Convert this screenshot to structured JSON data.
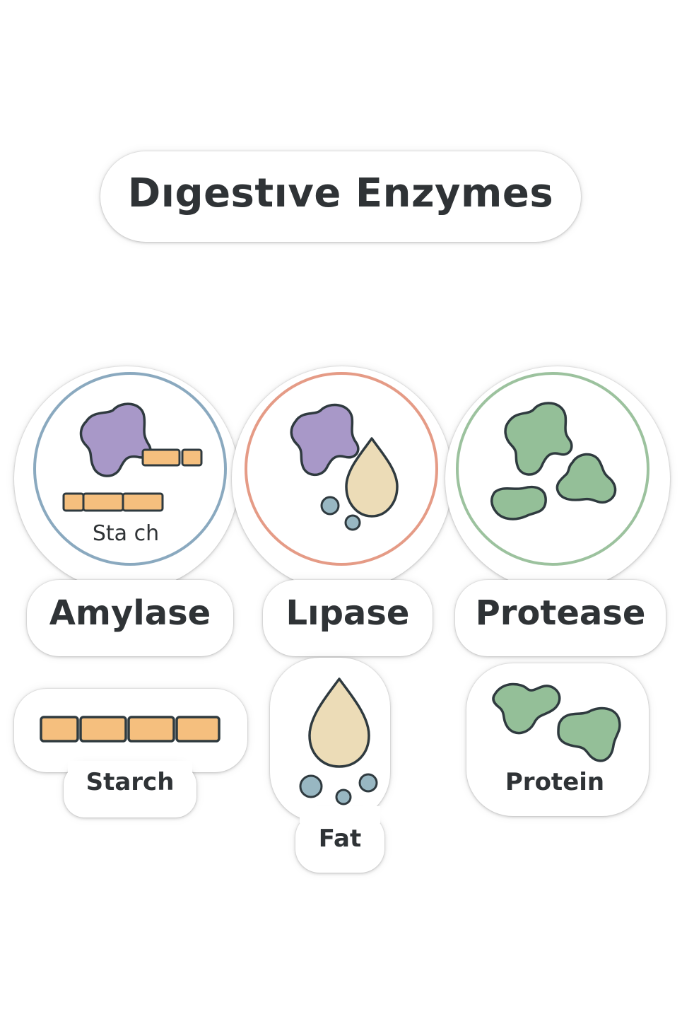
{
  "title": "Dıgestıve Enzymes",
  "enzymes": [
    {
      "name": "Amylase",
      "ring_color": "#8aa9bf",
      "inner_label": "Sta ch"
    },
    {
      "name": "Lıpase",
      "ring_color": "#e59b86"
    },
    {
      "name": "Protease",
      "ring_color": "#9cc29e"
    }
  ],
  "substrates": [
    {
      "name": "Starch"
    },
    {
      "name": "Fat"
    },
    {
      "name": "Protein"
    }
  ],
  "colors": {
    "enzyme_purple": "#a898c8",
    "starch_orange": "#f5bf7e",
    "fat_drop": "#ecdcb7",
    "fat_bubble": "#98b7c2",
    "protein_green": "#94bf98",
    "outline": "#2f3a3f"
  }
}
